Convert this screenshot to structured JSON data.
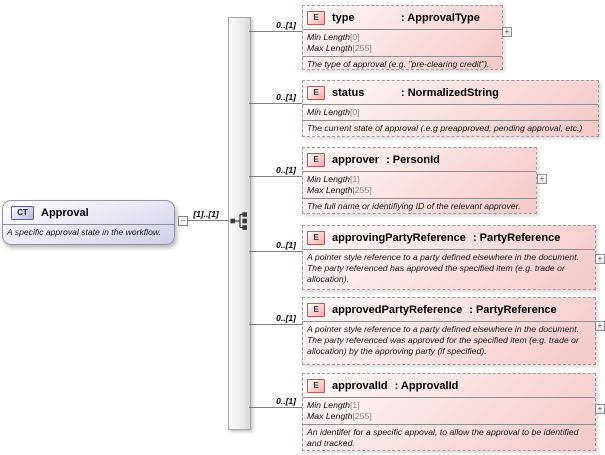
{
  "root": {
    "badge": "CT",
    "name": "Approval",
    "description": "A specific approval state in the workflow.",
    "cardinality": "[1]..[1]"
  },
  "icons": {
    "expand": "+",
    "collapse": "–",
    "sequence": "sequence-model-group"
  },
  "colors": {
    "element_fill": "#f3c8c8",
    "element_border": "#9f9f9f",
    "root_fill": "#cfcfe9",
    "badge_element_border": "#c05a5a",
    "badge_complextype_border": "#5f5f9e"
  },
  "elements": [
    {
      "badge": "E",
      "name": "type",
      "type": ": ApprovalType",
      "cardinality": "0..[1]",
      "facets": [
        {
          "label": "Min Length",
          "value": "[0]"
        },
        {
          "label": "Max Length",
          "value": "[255]"
        }
      ],
      "description": "The type of approval (e.g. \"pre-clearing credit\")."
    },
    {
      "badge": "E",
      "name": "status",
      "type": ": NormalizedString",
      "cardinality": "0..[1]",
      "facets": [
        {
          "label": "Min Length",
          "value": "[0]"
        }
      ],
      "description": "The current state of approval (.e.g preapproved, pending approval, etc.)"
    },
    {
      "badge": "E",
      "name": "approver",
      "type": ": PersonId",
      "cardinality": "0..[1]",
      "facets": [
        {
          "label": "Min Length",
          "value": "[1]"
        },
        {
          "label": "Max Length",
          "value": "[255]"
        }
      ],
      "description": "The full name or identifiying ID of the relevant approver."
    },
    {
      "badge": "E",
      "name": "approvingPartyReference",
      "type": ": PartyReference",
      "cardinality": "0..[1]",
      "facets": [],
      "description": "A pointer style reference to a party defined elsewhere in the document. The party referenced has approved the specified item (e.g. trade or allocation)."
    },
    {
      "badge": "E",
      "name": "approvedPartyReference",
      "type": ": PartyReference",
      "cardinality": "0..[1]",
      "facets": [],
      "description": "A pointer style reference to a party defined elsewhere in the document. The party referenced was approved for the specified item (e.g. trade or allocation) by the approving party (if specified)."
    },
    {
      "badge": "E",
      "name": "approvalId",
      "type": ": ApprovalId",
      "cardinality": "0..[1]",
      "facets": [
        {
          "label": "Min Length",
          "value": "[1]"
        },
        {
          "label": "Max Length",
          "value": "[255]"
        }
      ],
      "description": "An identifer for a specific appoval, to allow the approval to be identified and tracked."
    }
  ]
}
